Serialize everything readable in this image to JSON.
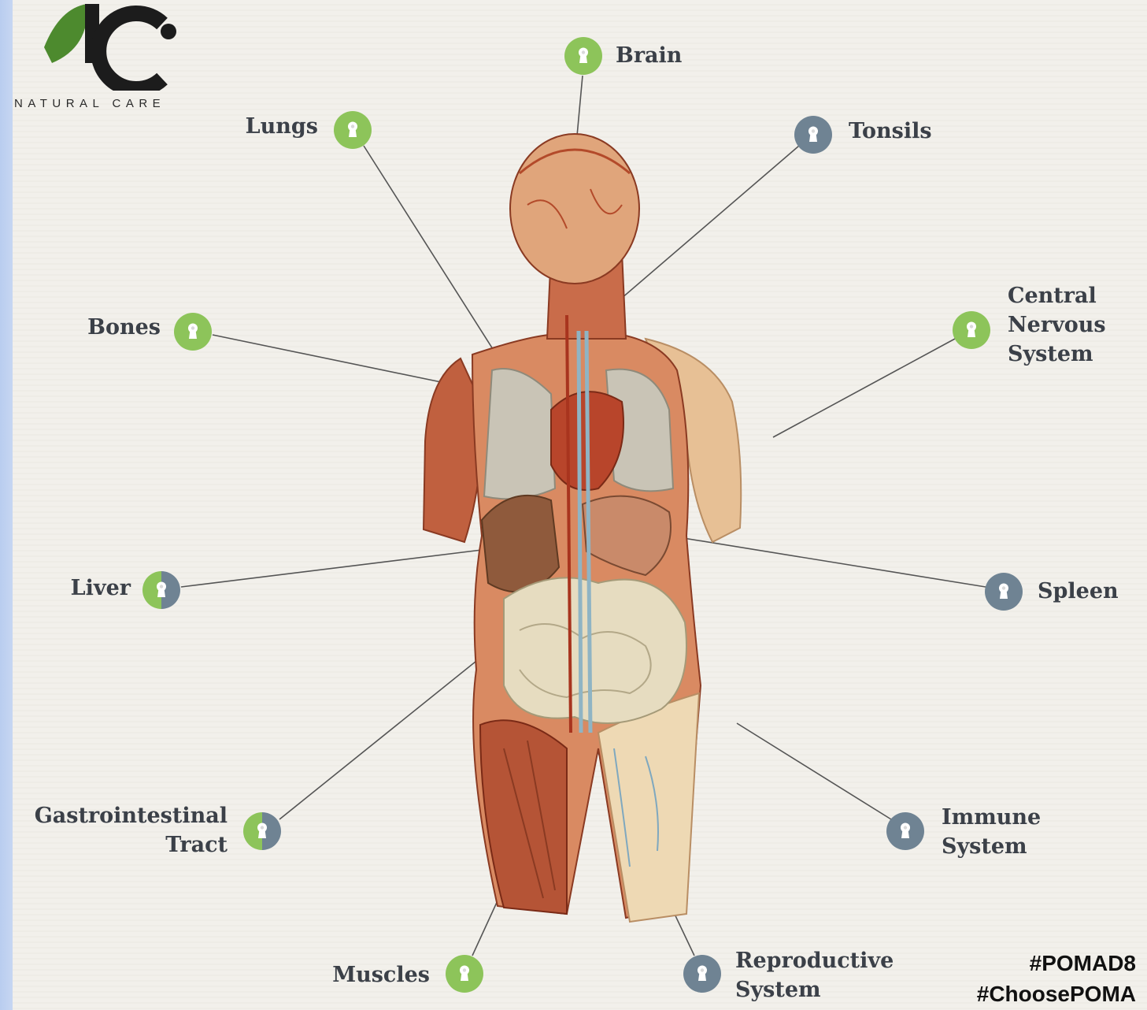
{
  "brand": {
    "tagline": "NATURAL CARE"
  },
  "labels": {
    "brain": "Brain",
    "lungs": "Lungs",
    "tonsils": "Tonsils",
    "cns_1": "Central",
    "cns_2": "Nervous",
    "cns_3": "System",
    "bones": "Bones",
    "liver": "Liver",
    "spleen": "Spleen",
    "gi_1": "Gastrointestinal",
    "gi_2": "Tract",
    "immune_1": "Immune",
    "immune_2": "System",
    "muscles": "Muscles",
    "repro_1": "Reproductive",
    "repro_2": "System"
  },
  "hashtags": [
    "#POMAD8",
    "#ChoosePOMA"
  ],
  "colors": {
    "green": "#8dc45a",
    "grey": "#6f8393",
    "label": "#3b4048",
    "line": "#555555"
  },
  "pin_colors": {
    "brain": "green",
    "lungs": "green",
    "tonsils": "grey",
    "cns": "green",
    "bones": "green",
    "liver": "split",
    "spleen": "grey",
    "gi": "split",
    "immune": "grey",
    "muscles": "green",
    "repro": "grey"
  }
}
